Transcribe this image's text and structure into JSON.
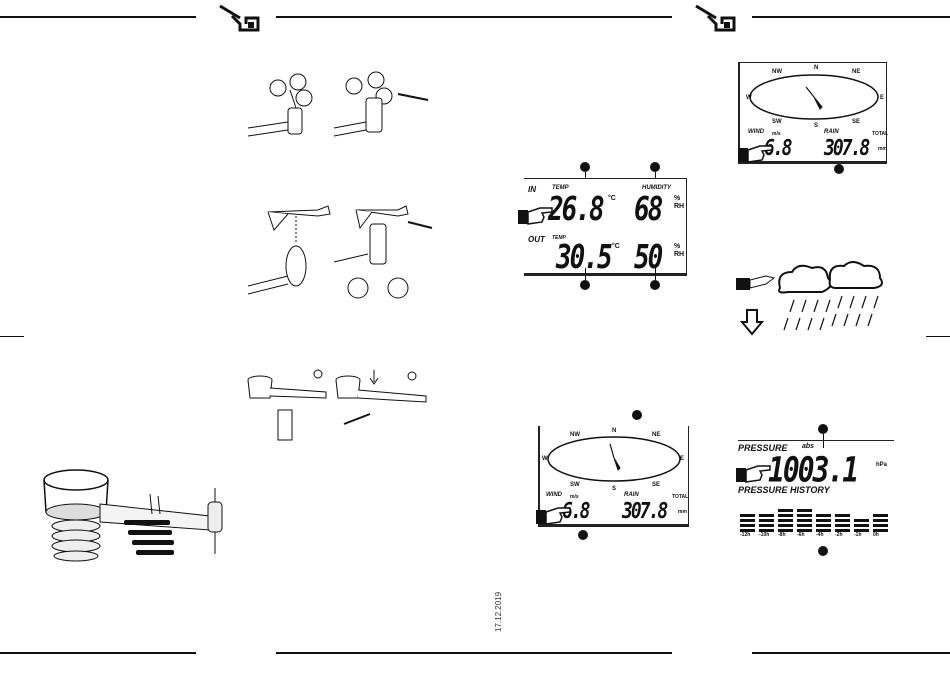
{
  "indoor_outdoor_display": {
    "in_label": "IN",
    "temp_label": "TEMP",
    "humidity_label": "HUMIDITY",
    "in_temp": "26.8",
    "in_temp_unit": "°C",
    "in_humidity": "68",
    "humidity_unit_pct": "%",
    "humidity_unit_rh": "RH",
    "out_label": "OUT",
    "out_temp_label": "TEMP",
    "out_temp": "30.5",
    "out_temp_unit": "°C",
    "out_humidity": "50"
  },
  "wind_rain_display": {
    "compass": [
      "N",
      "NW",
      "NE",
      "W",
      "E",
      "SW",
      "SE",
      "S"
    ],
    "wind_label": "WIND",
    "wind_unit": "m/s",
    "rain_label": "RAIN",
    "total_label": "TOTAL",
    "wind_value": "6.8",
    "rain_value": "307.8",
    "rain_unit": "mm"
  },
  "pressure_display": {
    "pressure_label": "PRESSURE",
    "abs_label": "abs",
    "pressure_value": "1003.1",
    "pressure_unit": "hPa",
    "history_label": "PRESSURE HISTORY",
    "history_ticks": [
      "-12h",
      "-10h",
      "-8h",
      "-6h",
      "-4h",
      "-2h",
      "-1h",
      "0h"
    ]
  },
  "date_stamp": "17.12.2019",
  "icons": [
    "brand-logo-icon",
    "anemometer-illustration",
    "wind-vane-illustration",
    "sensor-mount-illustration",
    "rain-gauge-illustration",
    "rain-cloud-icon",
    "down-arrow-icon",
    "pointing-hand-icon",
    "callout-marker-icon"
  ]
}
